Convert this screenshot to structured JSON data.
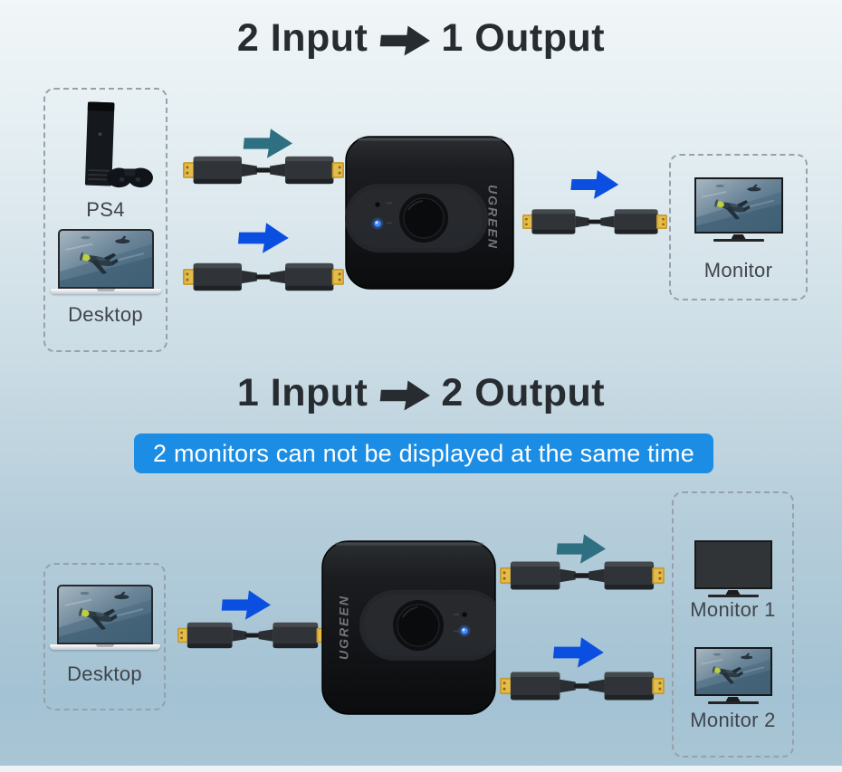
{
  "colors": {
    "title_text": "#272c31",
    "label_text": "#3f454b",
    "arrow_blue": "#0b4fe0",
    "arrow_teal": "#2e6f81",
    "banner_bg": "#1b8de4",
    "banner_text": "#ffffff",
    "led_blue": "#3f8bff",
    "hdmi_gold": "#e3bc4a"
  },
  "section1": {
    "title": {
      "left": "2 Input",
      "right": "1 Output"
    },
    "inputs": {
      "ps4": "PS4",
      "desktop": "Desktop"
    },
    "output": {
      "monitor": "Monitor"
    },
    "brand": "UGREEN"
  },
  "section2": {
    "title": {
      "left": "1 Input",
      "right": "2 Output"
    },
    "banner": "2 monitors can not be displayed at the same time",
    "input": {
      "desktop": "Desktop"
    },
    "outputs": {
      "monitor1": "Monitor 1",
      "monitor2": "Monitor 2"
    },
    "brand": "UGREEN"
  }
}
